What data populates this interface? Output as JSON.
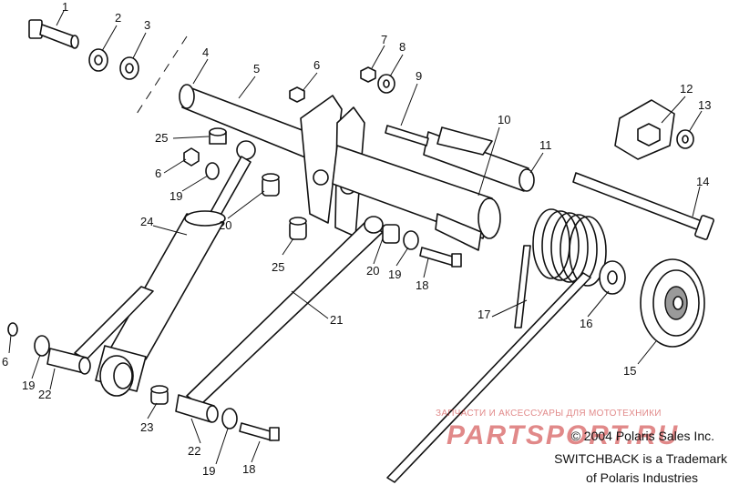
{
  "callouts": [
    "1",
    "2",
    "3",
    "4",
    "5",
    "6",
    "7",
    "8",
    "9",
    "10",
    "11",
    "12",
    "13",
    "14",
    "25",
    "6",
    "19",
    "20",
    "24",
    "25",
    "20",
    "19",
    "18",
    "17",
    "21",
    "16",
    "15",
    "6",
    "19",
    "22",
    "23",
    "22",
    "19",
    "18"
  ],
  "footer": {
    "copyright": "© 2004 Polaris Sales Inc.",
    "trademark_line1": "SWITCHBACK is a Trademark",
    "trademark_line2": "of Polaris Industries"
  },
  "watermark": {
    "top": "ЗАПЧАСТИ И АКСЕССУАРЫ ДЛЯ МОТОТЕХНИКИ",
    "logo": "PARTSPORT.RU"
  },
  "colors": {
    "line": "#111111",
    "watermark": "#c82828"
  }
}
